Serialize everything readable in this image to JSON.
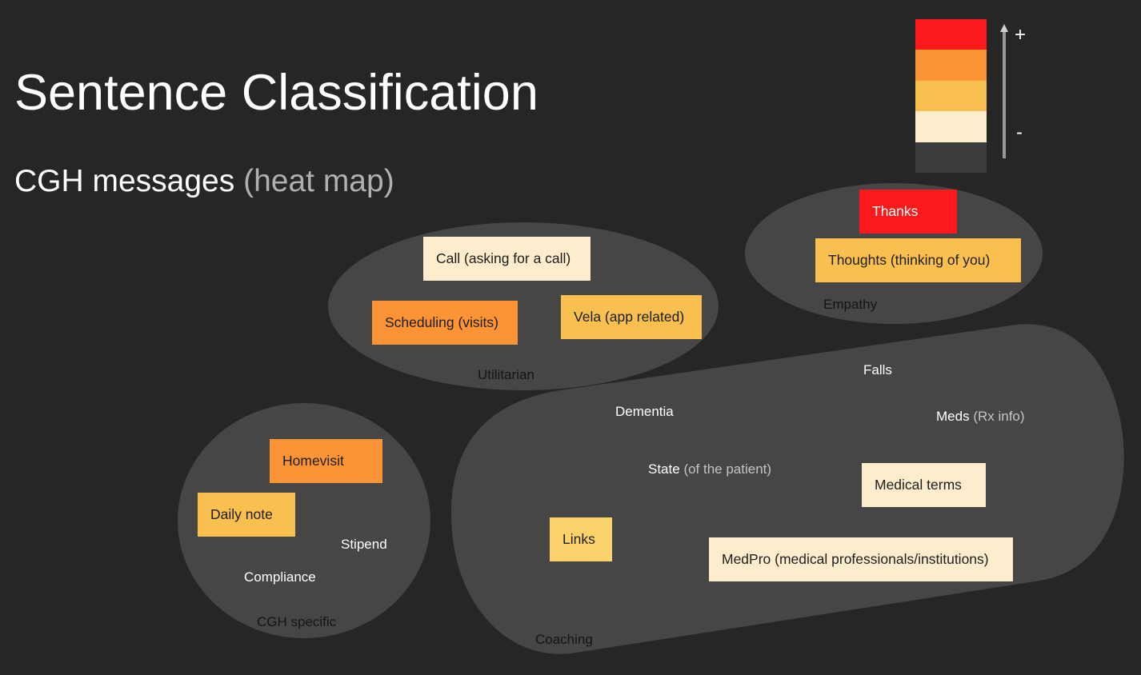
{
  "title": "Sentence Classification",
  "subtitle": {
    "main": "CGH messages",
    "note": "(heat map)"
  },
  "colors": {
    "background": "#262626",
    "group": "#464646",
    "level_1": "#fb191c",
    "level_2": "#fb9435",
    "level_3": "#f9bf4f",
    "level_4": "#fdedcc",
    "level_5": "#3b3b3b"
  },
  "legend": {
    "plus": "+",
    "minus": "-",
    "levels": [
      "#fb191c",
      "#fb9435",
      "#f9bf4f",
      "#fdedcc",
      "#3b3b3b"
    ]
  },
  "groups": {
    "utilitarian": {
      "label": "Utilitarian",
      "items": {
        "call": "Call (asking for a call)",
        "scheduling": "Scheduling (visits)",
        "vela": "Vela (app related)"
      }
    },
    "empathy": {
      "label": "Empathy",
      "items": {
        "thanks": "Thanks",
        "thoughts": "Thoughts (thinking of you)"
      }
    },
    "cgh_specific": {
      "label": "CGH specific",
      "items": {
        "homevisit": "Homevisit",
        "daily_note": "Daily note",
        "stipend": "Stipend",
        "compliance": "Compliance"
      }
    },
    "coaching": {
      "label": "Coaching",
      "items": {
        "falls": "Falls",
        "dementia": "Dementia",
        "meds": "Meds",
        "meds_note": "(Rx info)",
        "state": "State",
        "state_note": "(of the patient)",
        "medical_terms": "Medical terms",
        "links": "Links",
        "medpro": "MedPro (medical professionals/institutions)"
      }
    }
  }
}
